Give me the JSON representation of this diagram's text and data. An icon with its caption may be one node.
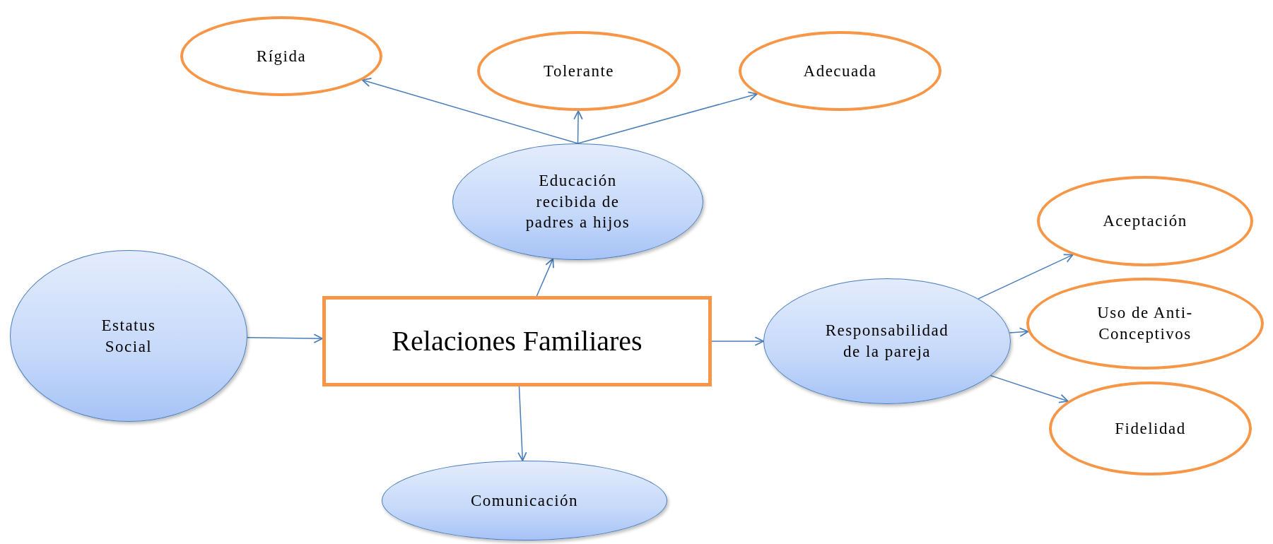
{
  "diagram": {
    "nodes": [
      {
        "text": [
          "Rígida"
        ]
      },
      {
        "text": [
          "Tolerante"
        ]
      },
      {
        "text": [
          "Adecuada"
        ]
      },
      {
        "text": [
          "Educación recibida de padres a hijos"
        ]
      },
      {
        "text": [
          "Aceptación"
        ]
      },
      {
        "text": [
          "Estatus Social"
        ]
      },
      {
        "text": [
          "Relaciones Familiares"
        ]
      },
      {
        "text": [
          "Responsabilidad de la pareja"
        ]
      },
      {
        "text": [
          "Uso de Anti-Conceptivos"
        ]
      },
      {
        "text": [
          "Fidelidad"
        ]
      },
      {
        "text": [
          "Comunicación"
        ]
      }
    ],
    "edges": [
      {
        "from": 5,
        "to": 6,
        "arrow": "to"
      },
      {
        "from": 6,
        "to": 3,
        "arrow": "to"
      },
      {
        "from": 3,
        "to": 0,
        "arrow": "to"
      },
      {
        "from": 3,
        "to": 1,
        "arrow": "to"
      },
      {
        "from": 3,
        "to": 2,
        "arrow": "to"
      },
      {
        "from": 6,
        "to": 7,
        "arrow": "to"
      },
      {
        "from": 7,
        "to": 4,
        "arrow": "to"
      },
      {
        "from": 7,
        "to": 8,
        "arrow": "to"
      },
      {
        "from": 7,
        "to": 9,
        "arrow": "to"
      },
      {
        "from": 6,
        "to": 10,
        "arrow": "to"
      }
    ]
  }
}
